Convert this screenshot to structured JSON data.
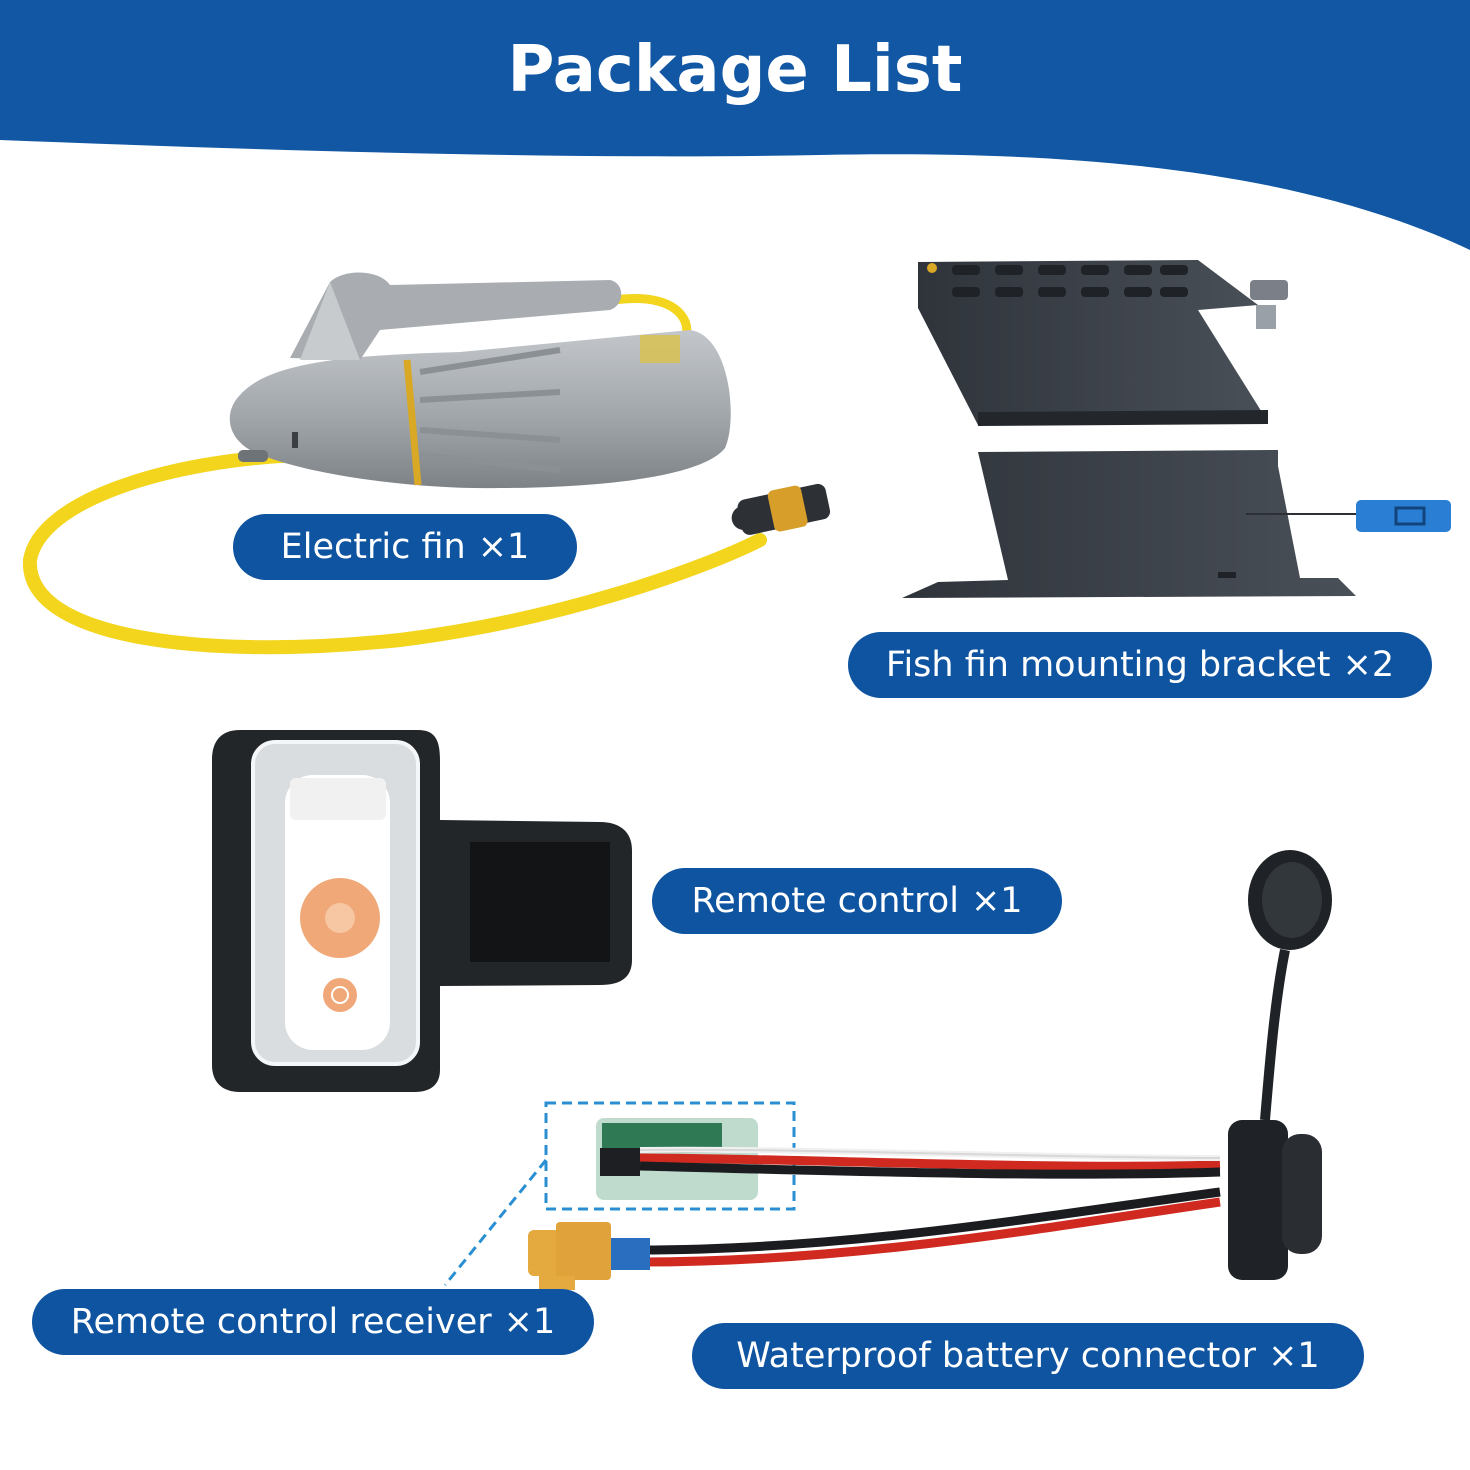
{
  "page": {
    "title": "Package List"
  },
  "colors": {
    "brand_blue": "#1157a3",
    "label_blue": "#0f54a0",
    "cable_yellow": "#f2d51c",
    "fin_gray": "#9ea3a8",
    "bracket_dark": "#3a3f47",
    "connector_orange": "#e0a23a",
    "button_orange": "#f0a878"
  },
  "items": [
    {
      "label": "Electric fin",
      "count": "×1",
      "icon": "electric-fin-image"
    },
    {
      "label": "Fish fin mounting bracket",
      "count": "×2",
      "icon": "mounting-bracket-image"
    },
    {
      "label": "Remote control",
      "count": "×1",
      "icon": "remote-control-image"
    },
    {
      "label": "Remote control receiver",
      "count": "×1",
      "icon": "receiver-board-image"
    },
    {
      "label": "Waterproof battery connector",
      "count": "×1",
      "icon": "battery-connector-image"
    }
  ]
}
